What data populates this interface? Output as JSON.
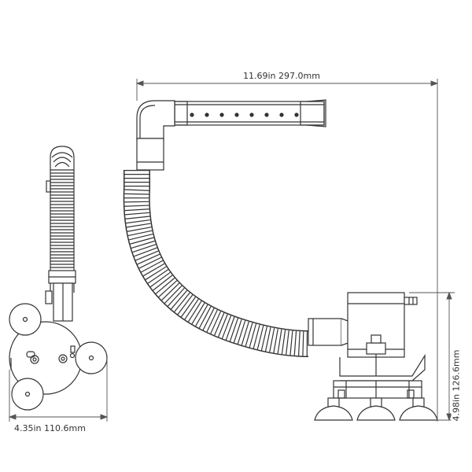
{
  "dimensions": {
    "width": "11.69in 297.0mm",
    "height": "4.98in 126.6mm",
    "base": "4.35in 110.6mm"
  },
  "colors": {
    "line": "#333333",
    "background": "#ffffff"
  }
}
